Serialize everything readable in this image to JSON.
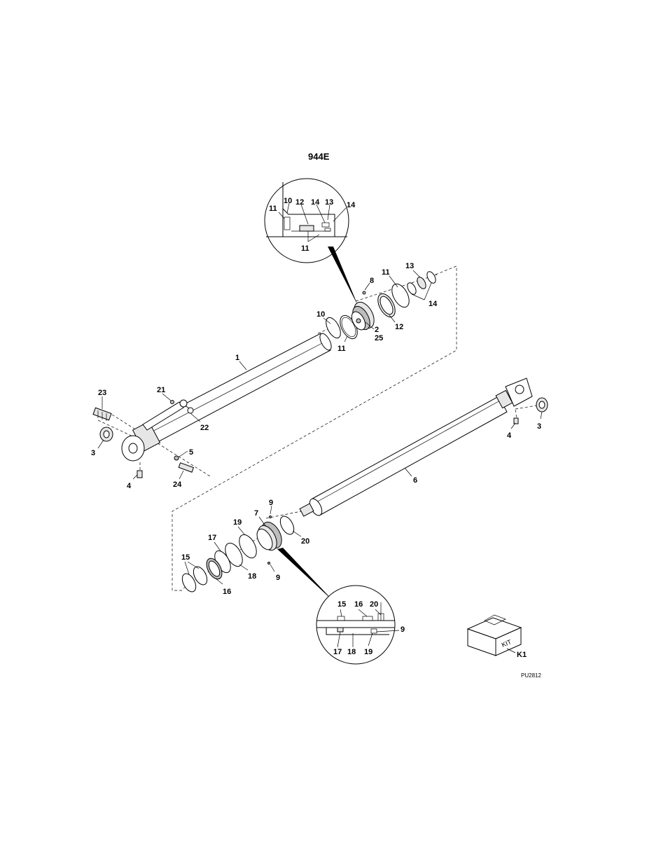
{
  "diagram": {
    "title": "944E",
    "drawing_code": "PU2812",
    "kit": {
      "box_text": "KIT",
      "callout": "K1"
    },
    "callouts": [
      {
        "id": "c-944e-1",
        "text": "1"
      },
      {
        "id": "c-2",
        "text": "2"
      },
      {
        "id": "c-25",
        "text": "25"
      },
      {
        "id": "c-3-left",
        "text": "3"
      },
      {
        "id": "c-3-right",
        "text": "3"
      },
      {
        "id": "c-4-left",
        "text": "4"
      },
      {
        "id": "c-4-right",
        "text": "4"
      },
      {
        "id": "c-5",
        "text": "5"
      },
      {
        "id": "c-6",
        "text": "6"
      },
      {
        "id": "c-7",
        "text": "7"
      },
      {
        "id": "c-8",
        "text": "8"
      },
      {
        "id": "c-9-top",
        "text": "9"
      },
      {
        "id": "c-9-bottom",
        "text": "9"
      },
      {
        "id": "c-10",
        "text": "10"
      },
      {
        "id": "c-11-a",
        "text": "11"
      },
      {
        "id": "c-11-b",
        "text": "11"
      },
      {
        "id": "c-12",
        "text": "12"
      },
      {
        "id": "c-13",
        "text": "13"
      },
      {
        "id": "c-14",
        "text": "14"
      },
      {
        "id": "c-15",
        "text": "15"
      },
      {
        "id": "c-16",
        "text": "16"
      },
      {
        "id": "c-17",
        "text": "17"
      },
      {
        "id": "c-18",
        "text": "18"
      },
      {
        "id": "c-19",
        "text": "19"
      },
      {
        "id": "c-20",
        "text": "20"
      },
      {
        "id": "c-21",
        "text": "21"
      },
      {
        "id": "c-22",
        "text": "22"
      },
      {
        "id": "c-23",
        "text": "23"
      },
      {
        "id": "c-24",
        "text": "24"
      }
    ],
    "detail_top": [
      "11",
      "10",
      "12",
      "14",
      "13",
      "14",
      "11"
    ],
    "detail_bottom": [
      "15",
      "16",
      "20",
      "9",
      "17",
      "18",
      "19"
    ]
  }
}
